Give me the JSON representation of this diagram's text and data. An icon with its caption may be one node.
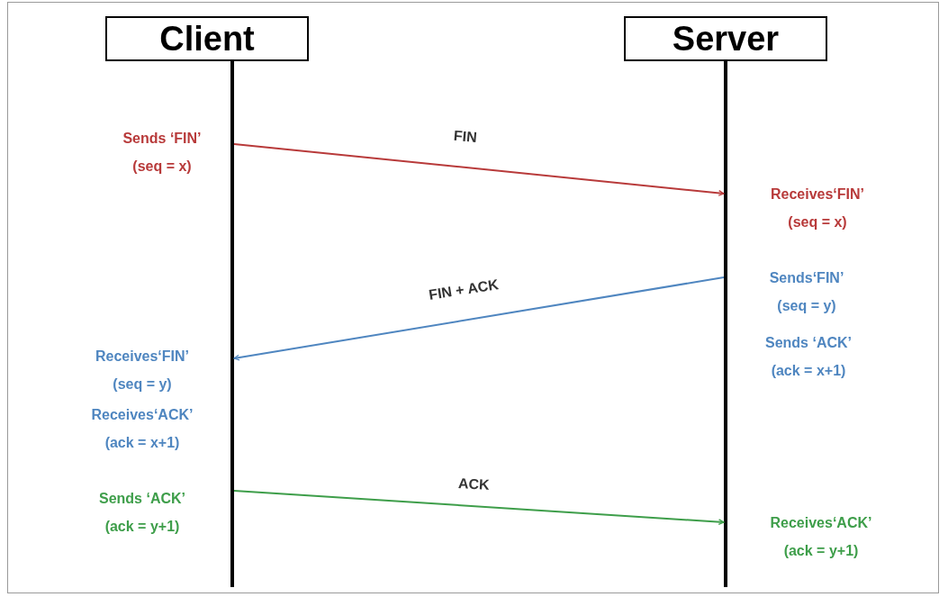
{
  "diagram": {
    "nodes": [
      {
        "text": [
          "Client"
        ]
      },
      {
        "text": [
          "Server"
        ]
      },
      {
        "text": [],
        "shape": "bar"
      },
      {
        "text": [],
        "shape": "bar"
      }
    ],
    "edges": [
      {
        "from": 2,
        "to": 3,
        "arrow": "to",
        "label": "FIN",
        "color": "#b83a3a"
      },
      {
        "from": 3,
        "to": 2,
        "arrow": "to",
        "label": "FIN + ACK",
        "color": "#4f86c0"
      },
      {
        "from": 2,
        "to": 3,
        "arrow": "to",
        "label": "ACK",
        "color": "#3e9e4a"
      }
    ],
    "labels": [
      "Sends ‘FIN’ (seq = x)",
      "Receives‘FIN’ (seq = x)",
      "Sends‘FIN’ (seq = y)",
      "Sends ‘ACK’ (ack = x+1)",
      "Receives‘FIN’ (seq = y)",
      "Receives‘ACK’ (ack = x+1)",
      "Sends ‘ACK’ (ack = y+1)",
      "Receives‘ACK’ (ack = y+1)"
    ]
  }
}
